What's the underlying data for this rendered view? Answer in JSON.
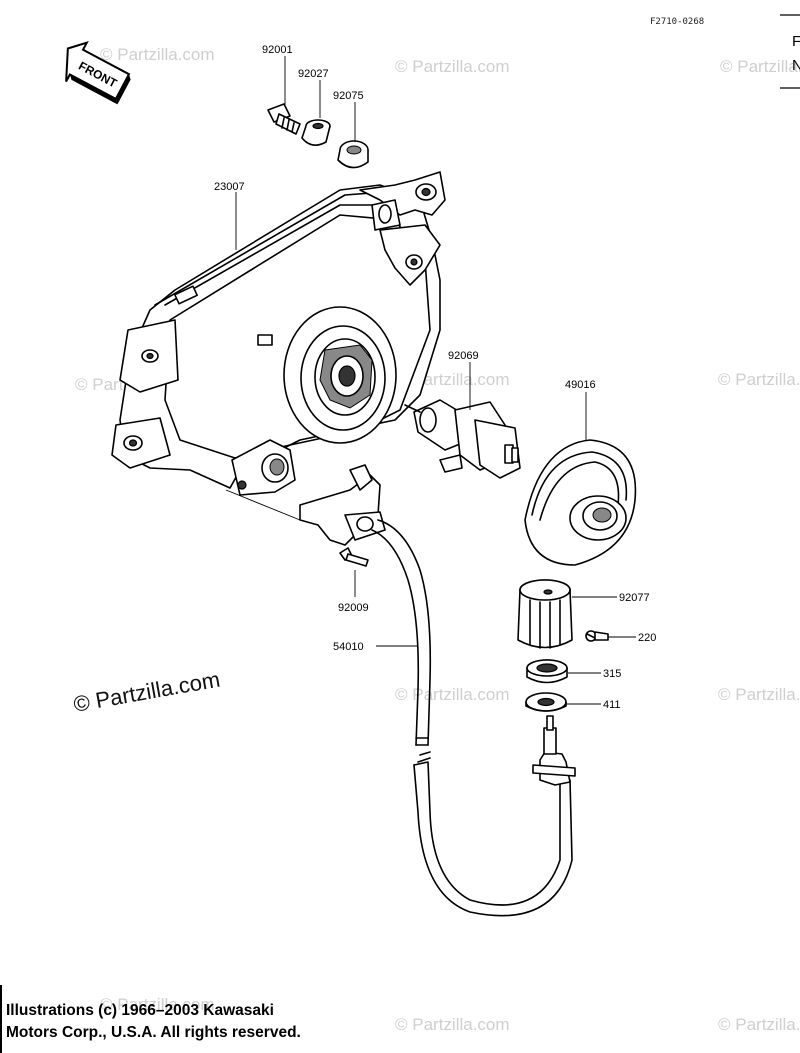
{
  "diagram_code": "F2710-0268",
  "front_label": "FRONT",
  "edge_text": [
    "F",
    "N"
  ],
  "watermark_text": "© Partzilla.com",
  "watermark_big": "© Partzilla.com",
  "copyright_lines": [
    "Illustrations (c) 1966–2003 Kawasaki",
    "Motors Corp., U.S.A.  All rights reserved."
  ],
  "parts": {
    "p92001": "92001",
    "p92027": "92027",
    "p92075": "92075",
    "p23007": "23007",
    "p92069": "92069",
    "p49016": "49016",
    "p92009": "92009",
    "p54010": "54010",
    "p92077": "92077",
    "p220": "220",
    "p315": "315",
    "p411": "411"
  }
}
